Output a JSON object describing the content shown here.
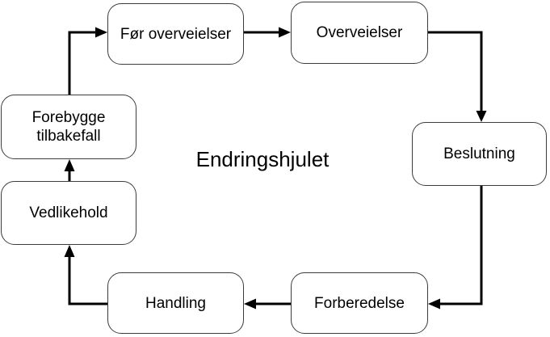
{
  "title": "Endringshjulet",
  "nodes": [
    {
      "id": "for-overveielser",
      "label": "Før overveielser"
    },
    {
      "id": "overveielser",
      "label": "Overveielser"
    },
    {
      "id": "beslutning",
      "label": "Beslutning"
    },
    {
      "id": "forberedelse",
      "label": "Forberedelse"
    },
    {
      "id": "handling",
      "label": "Handling"
    },
    {
      "id": "vedlikehold",
      "label": "Vedlikehold"
    },
    {
      "id": "forebygge-tilbakefall",
      "label": "Forebygge tilbakefall"
    }
  ],
  "edges": [
    {
      "from": "for-overveielser",
      "to": "overveielser"
    },
    {
      "from": "overveielser",
      "to": "beslutning"
    },
    {
      "from": "beslutning",
      "to": "forberedelse"
    },
    {
      "from": "forberedelse",
      "to": "handling"
    },
    {
      "from": "handling",
      "to": "vedlikehold"
    },
    {
      "from": "vedlikehold",
      "to": "forebygge-tilbakefall"
    },
    {
      "from": "forebygge-tilbakefall",
      "to": "for-overveielser"
    }
  ],
  "colors": {
    "background": "#ffffff",
    "box_border": "#3c3c3c",
    "arrow": "#000000",
    "text": "#000000"
  }
}
